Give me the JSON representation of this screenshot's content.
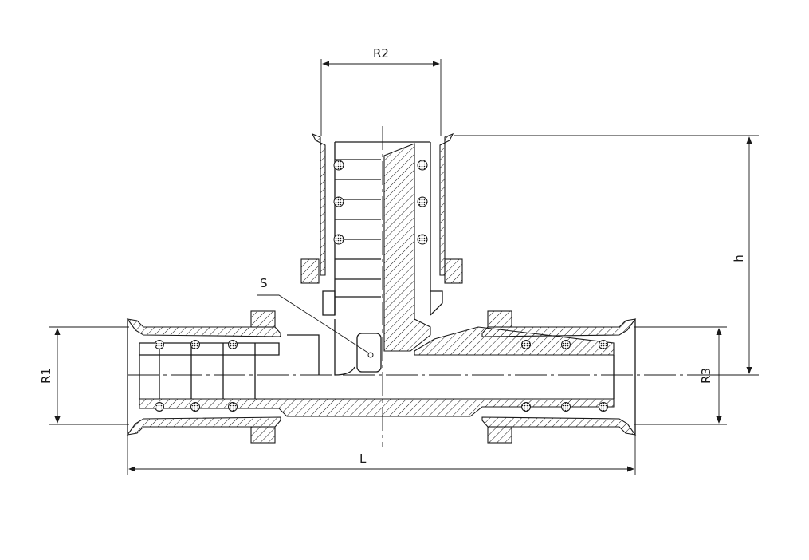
{
  "labels": {
    "r2": "R2",
    "s": "S",
    "h": "h",
    "r1": "R1",
    "r3": "R3",
    "l": "L"
  }
}
